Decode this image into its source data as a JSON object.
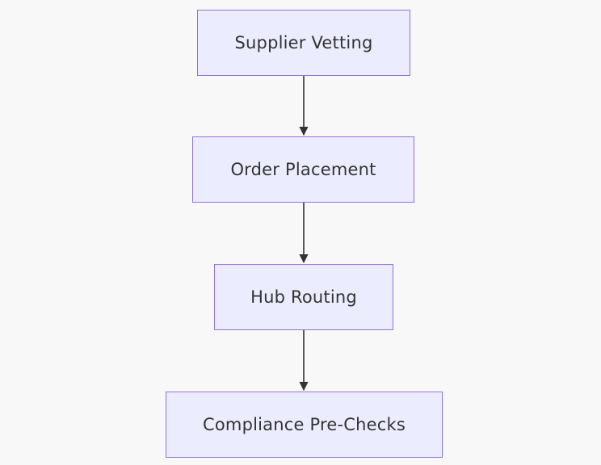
{
  "diagram": {
    "nodes": [
      {
        "id": "n1",
        "label": "Supplier Vetting"
      },
      {
        "id": "n2",
        "label": "Order Placement"
      },
      {
        "id": "n3",
        "label": "Hub Routing"
      },
      {
        "id": "n4",
        "label": "Compliance Pre-Checks"
      }
    ],
    "edges": [
      {
        "from": "n1",
        "to": "n2"
      },
      {
        "from": "n2",
        "to": "n3"
      },
      {
        "from": "n3",
        "to": "n4"
      }
    ]
  },
  "colors": {
    "background": "#f8f8f8",
    "node_fill": "#ececff",
    "node_border": "#9370db",
    "text": "#333333",
    "edge": "#333333"
  }
}
